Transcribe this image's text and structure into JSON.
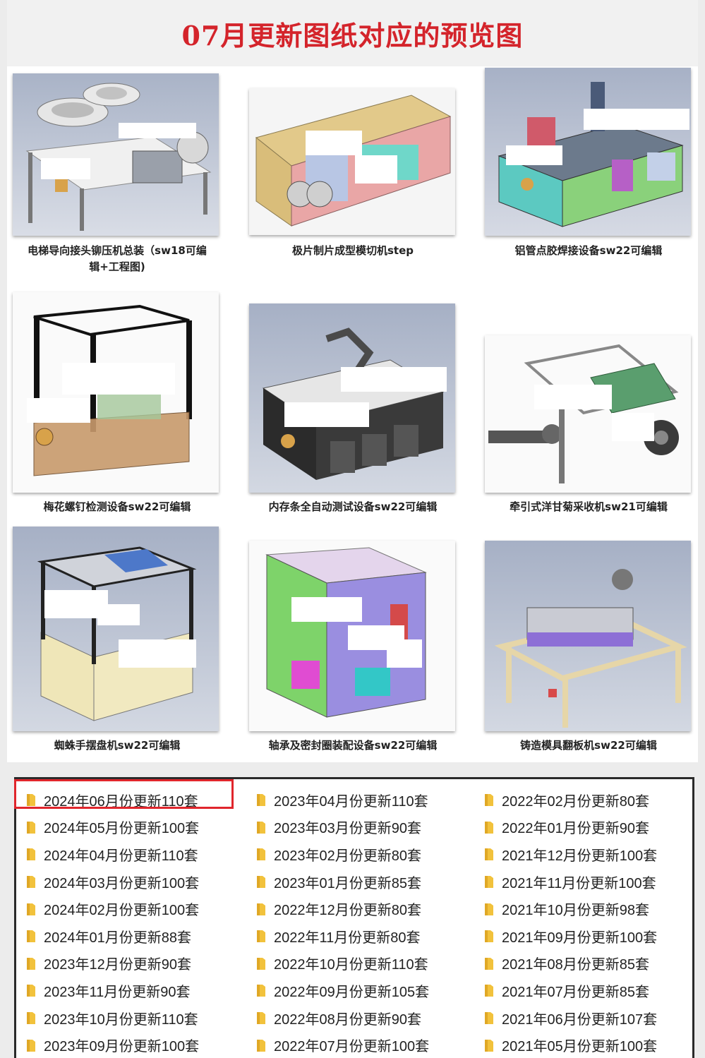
{
  "title": "07月更新图纸对应的预览图",
  "colors": {
    "title": "#d4242b",
    "highlight_border": "#e0262c",
    "folder": "#f2c23c"
  },
  "previews": [
    {
      "caption": "电梯导向接头铆压机总装（sw18可编\n辑+工程图)"
    },
    {
      "caption": "极片制片成型模切机step"
    },
    {
      "caption": "铝管点胶焊接设备sw22可编辑"
    },
    {
      "caption": "梅花螺钉检测设备sw22可编辑"
    },
    {
      "caption": "内存条全自动测试设备sw22可编辑"
    },
    {
      "caption": "牵引式洋甘菊采收机sw21可编辑"
    },
    {
      "caption": "蜘蛛手摆盘机sw22可编辑"
    },
    {
      "caption": "轴承及密封圈装配设备sw22可编辑"
    },
    {
      "caption": "铸造模具翻板机sw22可编辑"
    }
  ],
  "folders": [
    [
      "2024年06月份更新110套",
      "2024年05月份更新100套",
      "2024年04月份更新110套",
      "2024年03月份更新100套",
      "2024年02月份更新100套",
      "2024年01月份更新88套",
      "2023年12月份更新90套",
      "2023年11月份更新90套",
      "2023年10月份更新110套",
      "2023年09月份更新100套"
    ],
    [
      "2023年04月份更新110套",
      "2023年03月份更新90套",
      "2023年02月份更新80套",
      "2023年01月份更新85套",
      "2022年12月份更新80套",
      "2022年11月份更新80套",
      "2022年10月份更新110套",
      "2022年09月份更新105套",
      "2022年08月份更新90套",
      "2022年07月份更新100套"
    ],
    [
      "2022年02月份更新80套",
      "2022年01月份更新90套",
      "2021年12月份更新100套",
      "2021年11月份更新100套",
      "2021年10月份更新98套",
      "2021年09月份更新100套",
      "2021年08月份更新85套",
      "2021年07月份更新85套",
      "2021年06月份更新107套",
      "2021年05月份更新100套"
    ]
  ]
}
